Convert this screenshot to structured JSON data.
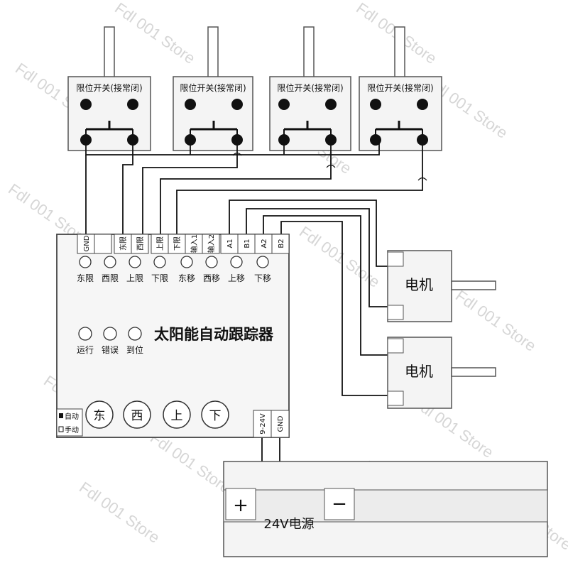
{
  "limit_switch_label": "限位开关(接常闭)",
  "controller": {
    "title": "太阳能自动跟踪器",
    "terminals": [
      "GND",
      "",
      "东限",
      "西限",
      "上限",
      "下限",
      "输入1",
      "输入2",
      "A1",
      "B1",
      "A2",
      "B2"
    ],
    "indicators": [
      "东限",
      "西限",
      "上限",
      "下限",
      "东移",
      "西移",
      "上移",
      "下移"
    ],
    "status_leds": [
      "运行",
      "错误",
      "到位"
    ],
    "buttons": [
      "东",
      "西",
      "上",
      "下"
    ],
    "mode_labels": [
      "自动",
      "手动"
    ],
    "power_terminals": [
      "9-24V",
      "GND"
    ]
  },
  "motors": [
    "电机",
    "电机"
  ],
  "power_supply": {
    "label": "24V电源",
    "plus": "+",
    "minus": "−"
  },
  "watermark": "Fdl 001 Store"
}
